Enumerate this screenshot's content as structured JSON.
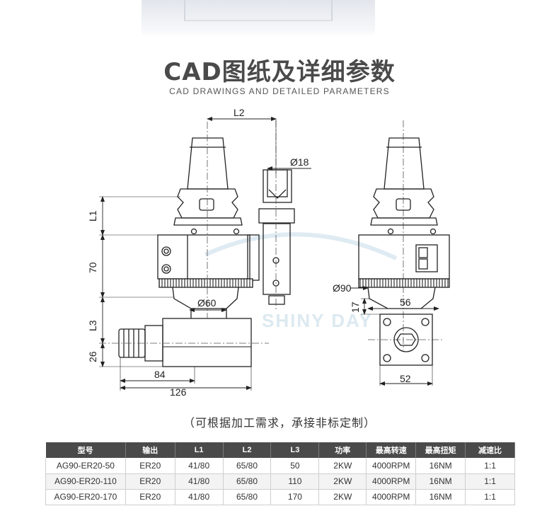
{
  "header": {
    "title": "CAD图纸及详细参数",
    "subtitle": "CAD DRAWINGS AND DETAILED PARAMETERS"
  },
  "drawing": {
    "labels": {
      "l2": "L2",
      "d18": "Ø18",
      "l1": "L1",
      "h70": "70",
      "d60": "Ø60",
      "l3": "L3",
      "h26": "26",
      "w84": "84",
      "w126": "126",
      "d90": "Ø90",
      "h17": "17",
      "w56": "56",
      "w52": "52"
    },
    "watermark": "SHINY DAY"
  },
  "note": "（可根据加工需求，承接非标定制）",
  "table": {
    "headers": [
      "型号",
      "输出",
      "L1",
      "L2",
      "L3",
      "功率",
      "最高转速",
      "最高扭矩",
      "减速比"
    ],
    "rows": [
      [
        "AG90-ER20-50",
        "ER20",
        "41/80",
        "65/80",
        "50",
        "2KW",
        "4000RPM",
        "16NM",
        "1:1"
      ],
      [
        "AG90-ER20-110",
        "ER20",
        "41/80",
        "65/80",
        "110",
        "2KW",
        "4000RPM",
        "16NM",
        "1:1"
      ],
      [
        "AG90-ER20-170",
        "ER20",
        "41/80",
        "65/80",
        "170",
        "2KW",
        "4000RPM",
        "16NM",
        "1:1"
      ]
    ]
  },
  "colors": {
    "header_bg": "#4a4a4a",
    "title": "#4a4a4a",
    "line": "#222222"
  }
}
